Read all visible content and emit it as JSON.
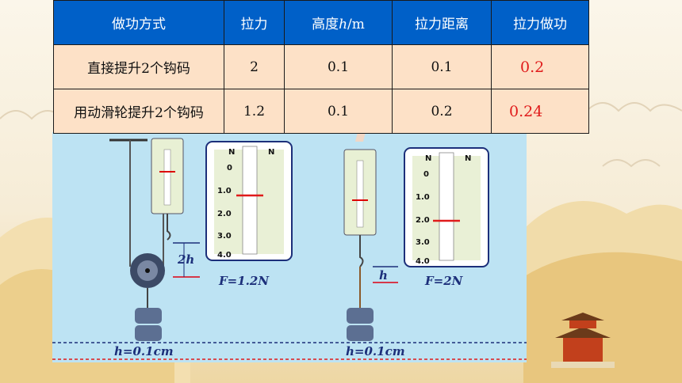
{
  "table": {
    "headers": [
      "做功方式",
      "拉力",
      "高度h/m",
      "拉力距离",
      "拉力做功"
    ],
    "header_height_parts": {
      "prefix": "高度",
      "var": "h",
      "suffix": "/m"
    },
    "rows": [
      {
        "method": "直接提升2个钩码",
        "force": "2",
        "height": "0.1",
        "distance": "0.1",
        "work": "0.2"
      },
      {
        "method": "用动滑轮提升2个钩码",
        "force": "1.2",
        "height": "0.1",
        "distance": "0.2",
        "work": "0.24"
      }
    ]
  },
  "figure": {
    "left": {
      "force_label": "F=1.2N",
      "distance_label": "2h",
      "height_label": "h=0.1cm",
      "scale_marks": [
        "0",
        "1.0",
        "2.0",
        "3.0",
        "4.0"
      ],
      "scale_header": [
        "N",
        "N"
      ]
    },
    "right": {
      "force_label": "F=2N",
      "distance_label": "h",
      "height_label": "h=0.1cm",
      "scale_marks": [
        "0",
        "1.0",
        "2.0",
        "3.0",
        "4.0"
      ],
      "scale_header": [
        "N",
        "N"
      ]
    }
  },
  "colors": {
    "header_blue": "#0060c8",
    "cell_peach": "#fde1c7",
    "work_red": "#e01b1b",
    "panel_blue": "#bde3f3"
  }
}
